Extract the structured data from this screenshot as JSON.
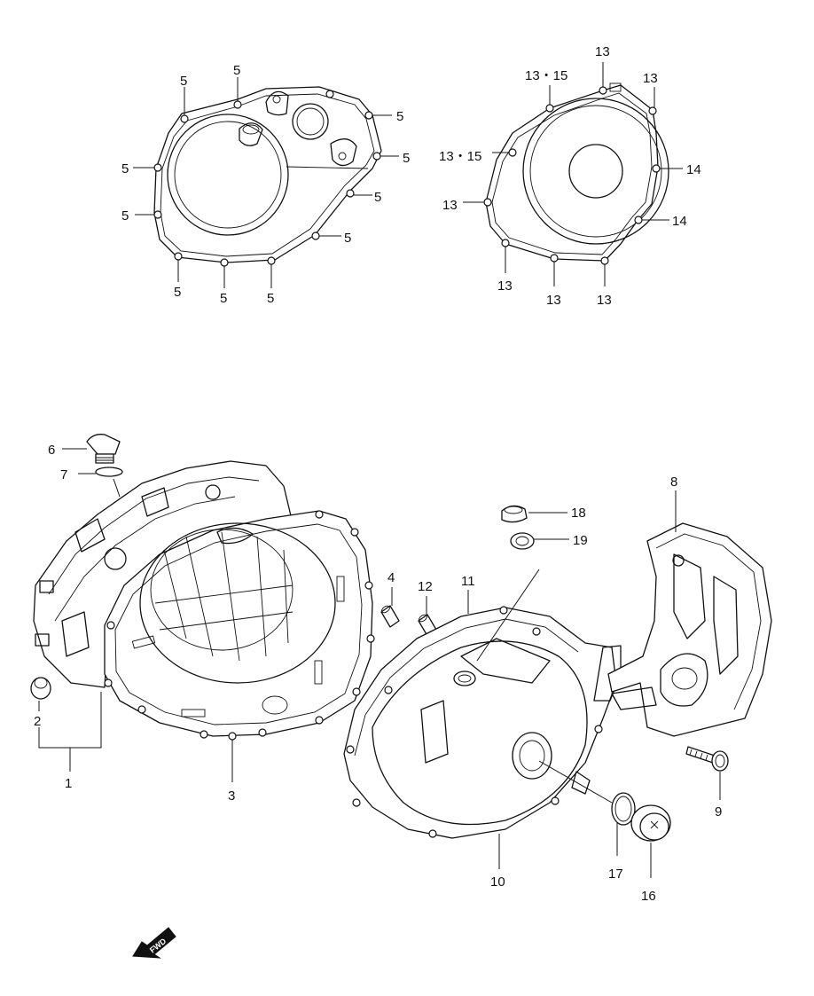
{
  "callouts": {
    "c5": "5",
    "c13": "13",
    "c13_15": "13・15",
    "c14": "14",
    "c1": "1",
    "c2": "2",
    "c3": "3",
    "c4": "4",
    "c6": "6",
    "c7": "7",
    "c8": "8",
    "c9": "9",
    "c10": "10",
    "c11": "11",
    "c12": "12",
    "c16": "16",
    "c17": "17",
    "c18": "18",
    "c19": "19"
  },
  "fwd_badge": "FWD"
}
